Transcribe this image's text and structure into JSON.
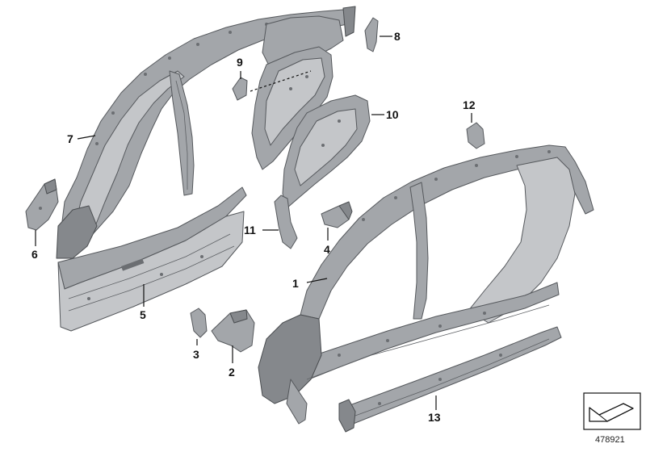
{
  "diagram": {
    "reference_number": "478921",
    "callouts": [
      {
        "id": "1",
        "label": "1"
      },
      {
        "id": "2",
        "label": "2"
      },
      {
        "id": "3",
        "label": "3"
      },
      {
        "id": "4",
        "label": "4"
      },
      {
        "id": "5",
        "label": "5"
      },
      {
        "id": "6",
        "label": "6"
      },
      {
        "id": "7",
        "label": "7"
      },
      {
        "id": "8",
        "label": "8"
      },
      {
        "id": "9",
        "label": "9"
      },
      {
        "id": "10",
        "label": "10"
      },
      {
        "id": "11",
        "label": "11"
      },
      {
        "id": "12",
        "label": "12"
      },
      {
        "id": "13",
        "label": "13"
      }
    ],
    "navigation_icon": "diagonal-arrow-icon"
  }
}
